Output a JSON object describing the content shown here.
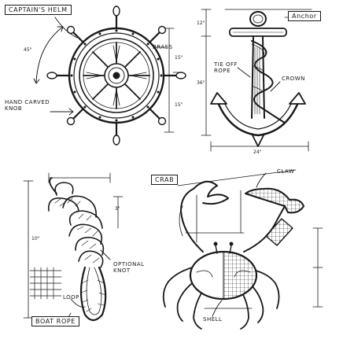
{
  "colors": {
    "ink": "#1a1a1a",
    "paper": "#ffffff"
  },
  "panels": {
    "helm": {
      "title": "CAPTAIN'S HELM",
      "callouts": {
        "brass": "BRASS",
        "knob": "HAND CARVED\nKNOB"
      },
      "dims": {
        "angle": "45°",
        "top": "15\"",
        "bottom": "15\""
      }
    },
    "anchor": {
      "title": "Anchor",
      "callouts": {
        "tie": "TIE OFF\nROPE",
        "crown": "CROWN"
      },
      "dims": {
        "top": "12\"",
        "mid": "36\"",
        "width": "24\""
      }
    },
    "rope": {
      "callouts": {
        "knot": "OPTIONAL\nKNOT",
        "loop": "LOOP"
      },
      "dims": {
        "side": "10\"",
        "top": "3\""
      },
      "caption": "BOAT ROPE"
    },
    "crab": {
      "title": "CRAB",
      "callouts": {
        "claw": "CLAW",
        "shell": "SHELL"
      }
    }
  }
}
